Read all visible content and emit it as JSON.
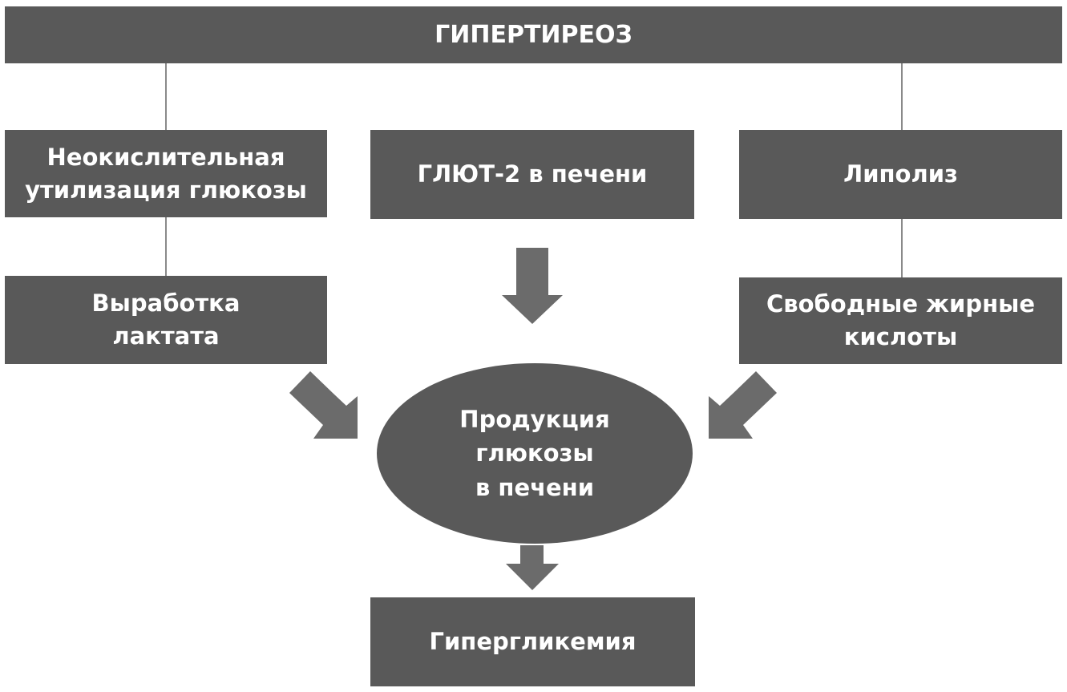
{
  "diagram": {
    "top": "ГИПЕРТИРЕОЗ",
    "left_upper": "Неокислительная\nутилизация глюкозы",
    "left_lower": "Выработка\nлактата",
    "center_upper": "ГЛЮТ-2 в печени",
    "right_upper": "Липолиз",
    "right_lower": "Свободные жирные\nкислоты",
    "center_ellipse": "Продукция\nглюкозы\nв печени",
    "bottom": "Гипергликемия"
  },
  "colors": {
    "box_fill": "#595959",
    "arrow_fill": "#6b6b6b",
    "connector": "#8a8a8a",
    "text": "#ffffff"
  }
}
